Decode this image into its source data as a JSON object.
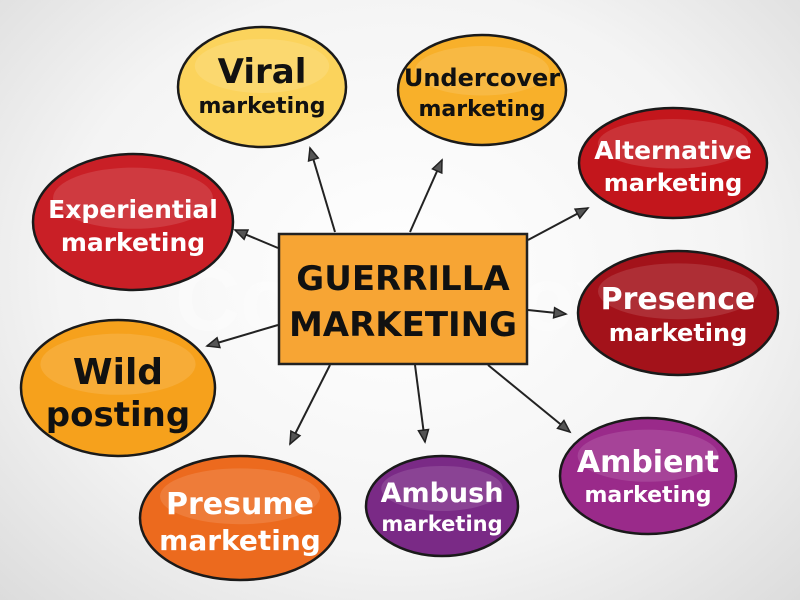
{
  "watermark": "Colourbox",
  "center": {
    "line1": "GUERRILLA",
    "line2": "MARKETING",
    "fill": "#f7a534",
    "text_color": "#111111"
  },
  "nodes": [
    {
      "id": "viral",
      "line1": "Viral",
      "line2": "marketing",
      "fill": "#fbd35c",
      "text_color": "#111111"
    },
    {
      "id": "undercover",
      "line1": "Undercover",
      "line2": "marketing",
      "fill": "#f8b02a",
      "text_color": "#111111"
    },
    {
      "id": "alternative",
      "line1": "Alternative",
      "line2": "marketing",
      "fill": "#c3161c",
      "text_color": "#ffffff"
    },
    {
      "id": "experiential",
      "line1": "Experiential",
      "line2": "marketing",
      "fill": "#c91f26",
      "text_color": "#ffffff"
    },
    {
      "id": "presence",
      "line1": "Presence",
      "line2": "marketing",
      "fill": "#a3121a",
      "text_color": "#ffffff"
    },
    {
      "id": "wild-posting",
      "line1": "Wild",
      "line2": "posting",
      "fill": "#f6a11c",
      "text_color": "#111111"
    },
    {
      "id": "ambient",
      "line1": "Ambient",
      "line2": "marketing",
      "fill": "#9a2a8a",
      "text_color": "#ffffff"
    },
    {
      "id": "presume",
      "line1": "Presume",
      "line2": "marketing",
      "fill": "#ec6a1e",
      "text_color": "#ffffff"
    },
    {
      "id": "ambush",
      "line1": "Ambush",
      "line2": "marketing",
      "fill": "#7a2a86",
      "text_color": "#ffffff"
    }
  ]
}
